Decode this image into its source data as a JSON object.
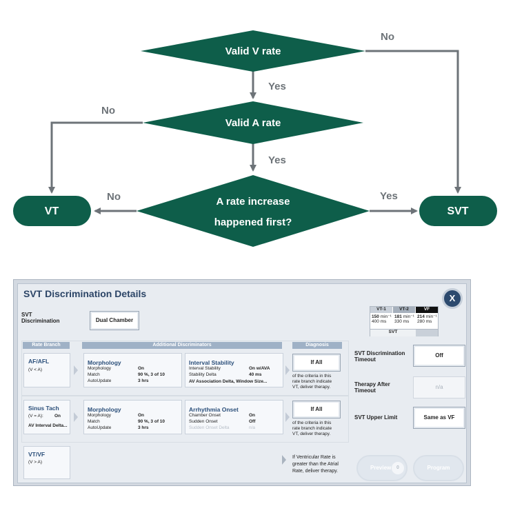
{
  "flowchart": {
    "decisions": {
      "valid_v_rate": "Valid V rate",
      "valid_a_rate": "Valid A rate",
      "a_rate_increase_line1": "A rate increase",
      "a_rate_increase_line2": "happened first?"
    },
    "terminals": {
      "vt": "VT",
      "svt": "SVT"
    },
    "edge_labels": {
      "no1": "No",
      "yes1": "Yes",
      "no2": "No",
      "yes2": "Yes",
      "no3": "No",
      "yes3": "Yes"
    },
    "colors": {
      "node_fill": "#0e5e4a",
      "arrow": "#6d7378",
      "text": "#ffffff"
    }
  },
  "panel": {
    "title": "SVT Discrimination Details",
    "close_label": "X",
    "svt_discrimination_label_1": "SVT",
    "svt_discrimination_label_2": "Discrimination",
    "mode_button": "Dual Chamber",
    "zones": {
      "vt1_label": "VT-1",
      "vt1_rate": "150",
      "vt1_unit": "min⁻¹",
      "vt1_ms": "400 ms",
      "vt2_label": "VT-2",
      "vt2_rate": "181",
      "vt2_unit": "min⁻¹",
      "vt2_ms": "330 ms",
      "vf_label": "VF",
      "vf_rate": "214",
      "vf_unit": "min⁻¹",
      "vf_ms": "280 ms",
      "svt_label": "SVT"
    },
    "headers": {
      "rate_branch": "Rate Branch",
      "additional": "Additional Discriminators",
      "diagnosis": "Diagnosis"
    },
    "row1": {
      "branch_title": "AF/AFL",
      "branch_sub": "(V < A)",
      "morph_title": "Morphology",
      "morph_k1": "Morphology",
      "morph_v1": "On",
      "morph_k2": "Match",
      "morph_v2": "90 %, 3 of 10",
      "morph_k3": "AutoUpdate",
      "morph_v3": "3 hrs",
      "d2_title": "Interval Stability",
      "d2_k1": "Interval Stability",
      "d2_v1": "On w/AVA",
      "d2_k2": "Stability Delta",
      "d2_v2": "40 ms",
      "d2_k3": "AV Association Delta, Window Size...",
      "diag_button": "If All",
      "diag_text_1": "of the criteria in this",
      "diag_text_2": "rate branch indicate",
      "diag_text_3": "VT, deliver therapy."
    },
    "row2": {
      "branch_title": "Sinus Tach",
      "branch_sub": "(V = A):",
      "branch_sub_value": "On",
      "branch_extra": "AV Interval Delta...",
      "morph_title": "Morphology",
      "morph_k1": "Morphology",
      "morph_v1": "On",
      "morph_k2": "Match",
      "morph_v2": "90 %, 3 of 10",
      "morph_k3": "AutoUpdate",
      "morph_v3": "3 hrs",
      "d2_title": "Arrhythmia Onset",
      "d2_k1": "Chamber Onset",
      "d2_v1": "On",
      "d2_k2": "Sudden Onset",
      "d2_v2": "Off",
      "d2_k3": "Sudden Onset Delta",
      "d2_v3": "n/a",
      "diag_button": "If All",
      "diag_text_1": "of the criteria in this",
      "diag_text_2": "rate branch indicate",
      "diag_text_3": "VT, deliver therapy."
    },
    "row3": {
      "branch_title": "VT/VF",
      "branch_sub": "(V > A)",
      "diag_text_1": "If Ventricular Rate is",
      "diag_text_2": "greater than the Atrial",
      "diag_text_3": "Rate, deliver therapy."
    },
    "right": {
      "timeout_label_1": "SVT Discrimination",
      "timeout_label_2": "Timeout",
      "timeout_value": "Off",
      "therapy_label_1": "Therapy After",
      "therapy_label_2": "Timeout",
      "therapy_value": "n/a",
      "upper_label": "SVT Upper Limit",
      "upper_value": "Same as VF",
      "preview_label": "Preview",
      "preview_count": "0",
      "program_label": "Program"
    }
  }
}
